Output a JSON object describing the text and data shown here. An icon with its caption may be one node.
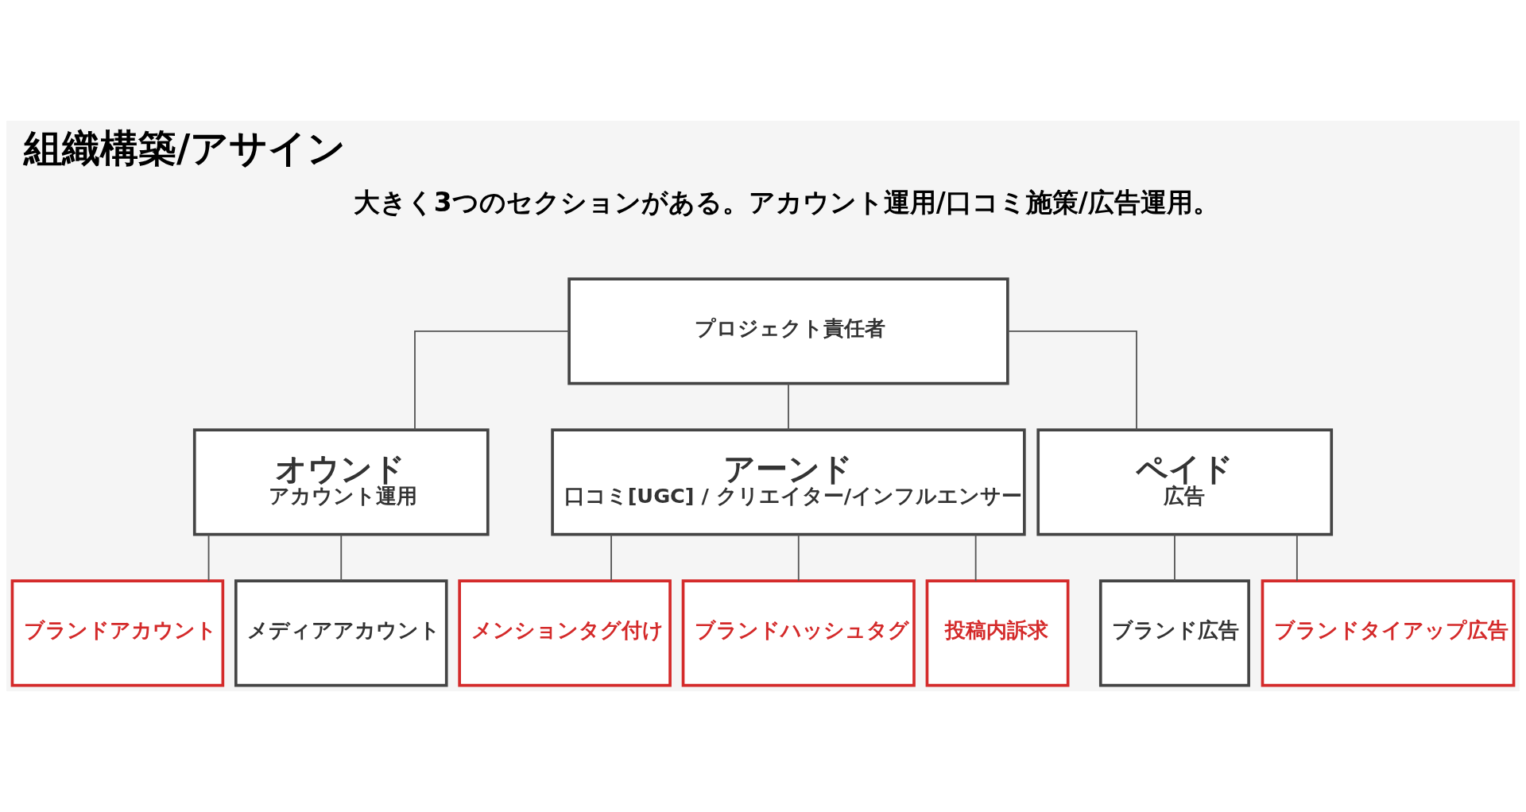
{
  "diagram": {
    "title": "組織構築/アサイン",
    "nodes": [
      {
        "text": [
          "プロジェクト責任者"
        ]
      },
      {
        "text": [
          "オウンド",
          "アカウント運用"
        ]
      },
      {
        "text": [
          "アーンド",
          "口コミ[UGC] / クリエイター/インフルエンサー"
        ]
      },
      {
        "text": [
          "ペイド",
          "広告"
        ]
      },
      {
        "text": [
          "ブランドアカウント"
        ]
      },
      {
        "text": [
          "メディアアカウント"
        ]
      },
      {
        "text": [
          "メンションタグ付け"
        ]
      },
      {
        "text": [
          "ブランドハッシュタグ"
        ]
      },
      {
        "text": [
          "投稿内訴求"
        ]
      },
      {
        "text": [
          "ブランド広告"
        ]
      },
      {
        "text": [
          "ブランドタイアップ広告"
        ]
      }
    ],
    "edges": [
      {
        "from": 0,
        "to": 1,
        "arrow": "none"
      },
      {
        "from": 0,
        "to": 2,
        "arrow": "none"
      },
      {
        "from": 0,
        "to": 3,
        "arrow": "none"
      },
      {
        "from": 1,
        "to": 4,
        "arrow": "none"
      },
      {
        "from": 1,
        "to": 5,
        "arrow": "none"
      },
      {
        "from": 2,
        "to": 6,
        "arrow": "none"
      },
      {
        "from": 2,
        "to": 7,
        "arrow": "none"
      },
      {
        "from": 2,
        "to": 8,
        "arrow": "none"
      },
      {
        "from": 3,
        "to": 9,
        "arrow": "none"
      },
      {
        "from": 3,
        "to": 10,
        "arrow": "none"
      }
    ],
    "labels": [
      "大きく3つのセクションがある。アカウント運用/口コミ施策/広告運用。"
    ]
  }
}
